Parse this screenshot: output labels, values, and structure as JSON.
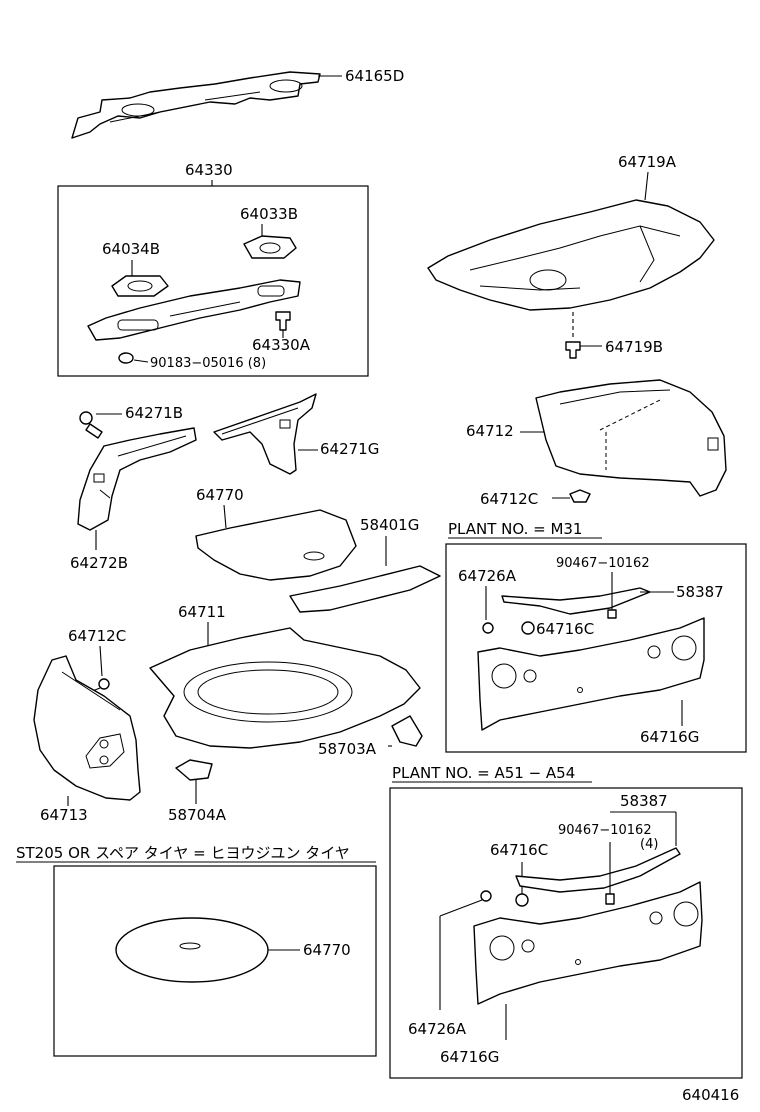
{
  "labels": {
    "p64165D": "64165D",
    "p64330": "64330",
    "p64033B": "64033B",
    "p64034B": "64034B",
    "p64330A": "64330A",
    "p90183": "90183−05016 (8)",
    "p64719A": "64719A",
    "p64719B": "64719B",
    "p64271B": "64271B",
    "p64271G": "64271G",
    "p64272B": "64272B",
    "p64712": "64712",
    "p64712C": "64712C",
    "p64770a": "64770",
    "p58401G": "58401G",
    "p64711": "64711",
    "p64712C2": "64712C",
    "p58703A": "58703A",
    "p64713": "64713",
    "p58704A": "58704A",
    "p64770b": "64770",
    "m31_title": "PLANT NO. = M31",
    "m31_64726A": "64726A",
    "m31_90467": "90467−10162",
    "m31_58387": "58387",
    "m31_64716C": "64716C",
    "m31_64716G": "64716G",
    "a51_title": "PLANT NO. = A51 − A54",
    "a51_58387": "58387",
    "a51_90467": "90467−10162",
    "a51_qty": "(4)",
    "a51_64716C": "64716C",
    "a51_64726A": "64726A",
    "a51_64716G": "64716G",
    "st205_note": "ST205 OR スペア タイヤ = ヒヨウジユン タイヤ",
    "drawing_no": "640416"
  }
}
